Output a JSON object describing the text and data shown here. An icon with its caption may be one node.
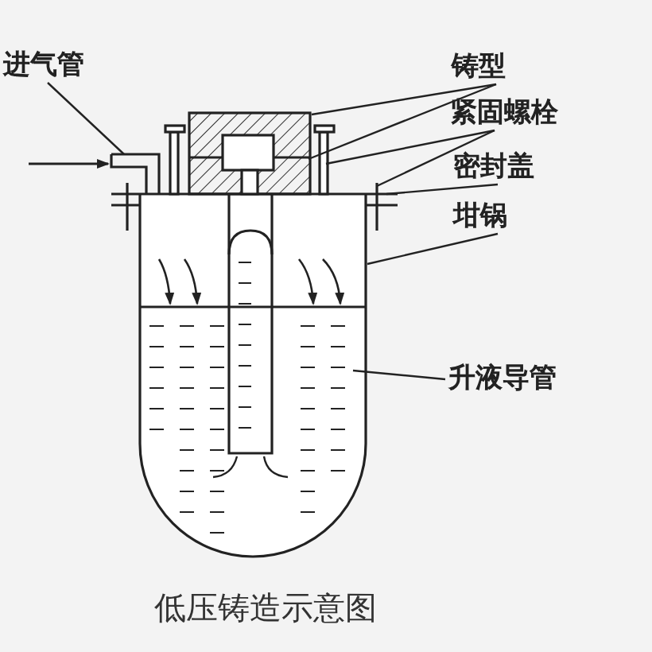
{
  "diagram": {
    "caption": "低压铸造示意图",
    "nodes": [
      {
        "text": [
          "进气管"
        ]
      },
      {
        "text": [
          "铸型"
        ]
      },
      {
        "text": [
          "紧固螺栓"
        ]
      },
      {
        "text": [
          "密封盖"
        ]
      },
      {
        "text": [
          "坩锅"
        ]
      },
      {
        "text": [
          "升液导管"
        ]
      }
    ],
    "edges": [
      {
        "from": 0,
        "to": null,
        "arrow": "none"
      },
      {
        "from": 1,
        "to": null,
        "arrow": "none"
      },
      {
        "from": 1,
        "to": null,
        "arrow": "none"
      },
      {
        "from": 2,
        "to": null,
        "arrow": "none"
      },
      {
        "from": 2,
        "to": null,
        "arrow": "none"
      },
      {
        "from": 3,
        "to": null,
        "arrow": "none"
      },
      {
        "from": 4,
        "to": null,
        "arrow": "none"
      },
      {
        "from": 5,
        "to": null,
        "arrow": "none"
      }
    ]
  }
}
